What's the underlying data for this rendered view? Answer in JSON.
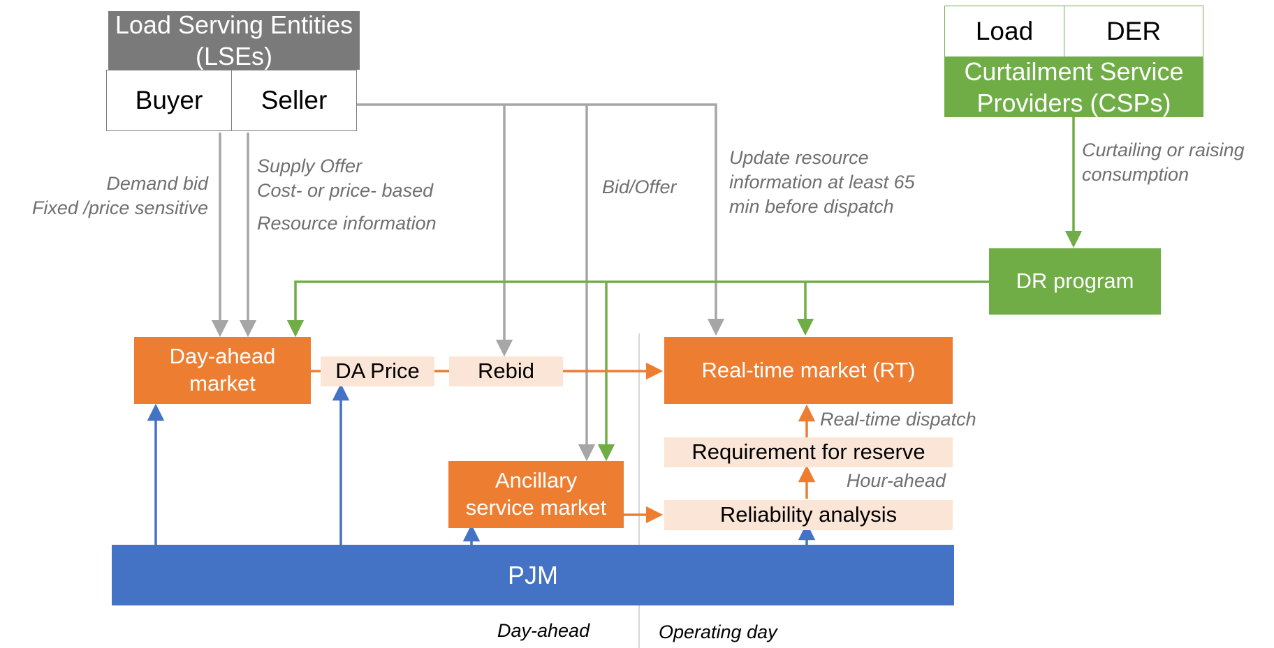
{
  "lse": {
    "title": "Load Serving Entities (LSEs)",
    "buyer": "Buyer",
    "seller": "Seller"
  },
  "csp": {
    "load": "Load",
    "der": "DER",
    "title": "Curtailment Service Providers (CSPs)"
  },
  "labels": {
    "demand_bid": "Demand bid",
    "demand_type": "Fixed /price sensitive",
    "supply_offer": "Supply Offer",
    "supply_basis": "Cost- or price- based",
    "resource_info": "Resource information",
    "bid_offer": "Bid/Offer",
    "update_1": "Update resource",
    "update_2": "information at least 65",
    "update_3": "min before dispatch",
    "curtail_1": "Curtailing or raising",
    "curtail_2": "consumption",
    "rt_dispatch": "Real-time dispatch",
    "hour_ahead": "Hour-ahead",
    "day_ahead": "Day-ahead",
    "operating_day": "Operating day"
  },
  "nodes": {
    "dr_program": "DR program",
    "day_ahead_market": "Day-ahead market",
    "da_price": "DA Price",
    "rebid": "Rebid",
    "rt_market": "Real-time market (RT)",
    "requirement_reserve": "Requirement for reserve",
    "reliability": "Reliability analysis",
    "ancillary": "Ancillary service market",
    "pjm": "PJM"
  },
  "colors": {
    "gray_arrow": "#a6a6a6",
    "green": "#70ad47",
    "orange": "#ed7d31",
    "peach": "#fbe5d6",
    "blue": "#4472c4",
    "lse_header": "#7a7a7a"
  }
}
